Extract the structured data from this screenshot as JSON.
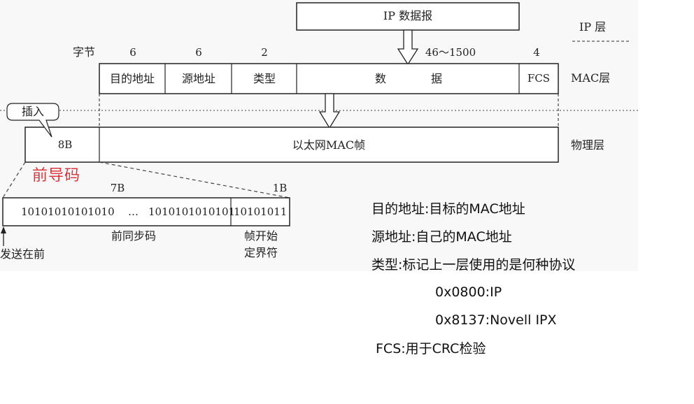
{
  "ip": {
    "box_label": "IP 数据报",
    "layer": "IP 层"
  },
  "mac": {
    "bytes_label": "字节",
    "sizes": [
      "6",
      "6",
      "2",
      "46～1500",
      "4"
    ],
    "fields": [
      "目的地址",
      "源地址",
      "类型",
      "数",
      "据",
      "FCS"
    ],
    "layer": "MAC层"
  },
  "physical": {
    "insert_label": "插入",
    "preamble_size": "8B",
    "frame_label": "以太网MAC帧",
    "layer": "物理层",
    "preamble_label": "前导码"
  },
  "preamble_detail": {
    "size_7": "7B",
    "size_1": "1B",
    "bits_a": "10101010101010",
    "ellipsis": "…",
    "bits_b": "1010101010101",
    "bits_sfd": "10101011",
    "sync_label": "前同步码",
    "sfd_label_1": "帧开始",
    "sfd_label_2": "定界符",
    "send_first": "发送在前"
  },
  "notes": [
    "目的地址:目标的MAC地址",
    "源地址:自己的MAC地址",
    "类型:标记上一层使用的是何种协议",
    "0x0800:IP",
    "0x8137:Novell IPX",
    "FCS:用于CRC检验"
  ],
  "colors": {
    "accent_red": "#d9363e",
    "line": "#222222"
  }
}
